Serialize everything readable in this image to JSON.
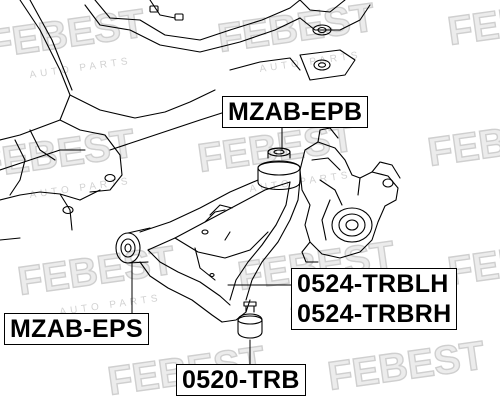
{
  "diagram": {
    "watermark_text": "FEBEST",
    "watermark_color": "#d4d4d4",
    "line_color": "#000000",
    "callouts": [
      {
        "id": "epb",
        "lines": [
          "MZAB-EPB"
        ]
      },
      {
        "id": "trblh",
        "lines": [
          "0524-TRBLH",
          "0524-TRBRH"
        ]
      },
      {
        "id": "eps",
        "lines": [
          "MZAB-EPS"
        ]
      },
      {
        "id": "trb",
        "lines": [
          "0520-TRB"
        ]
      }
    ]
  }
}
